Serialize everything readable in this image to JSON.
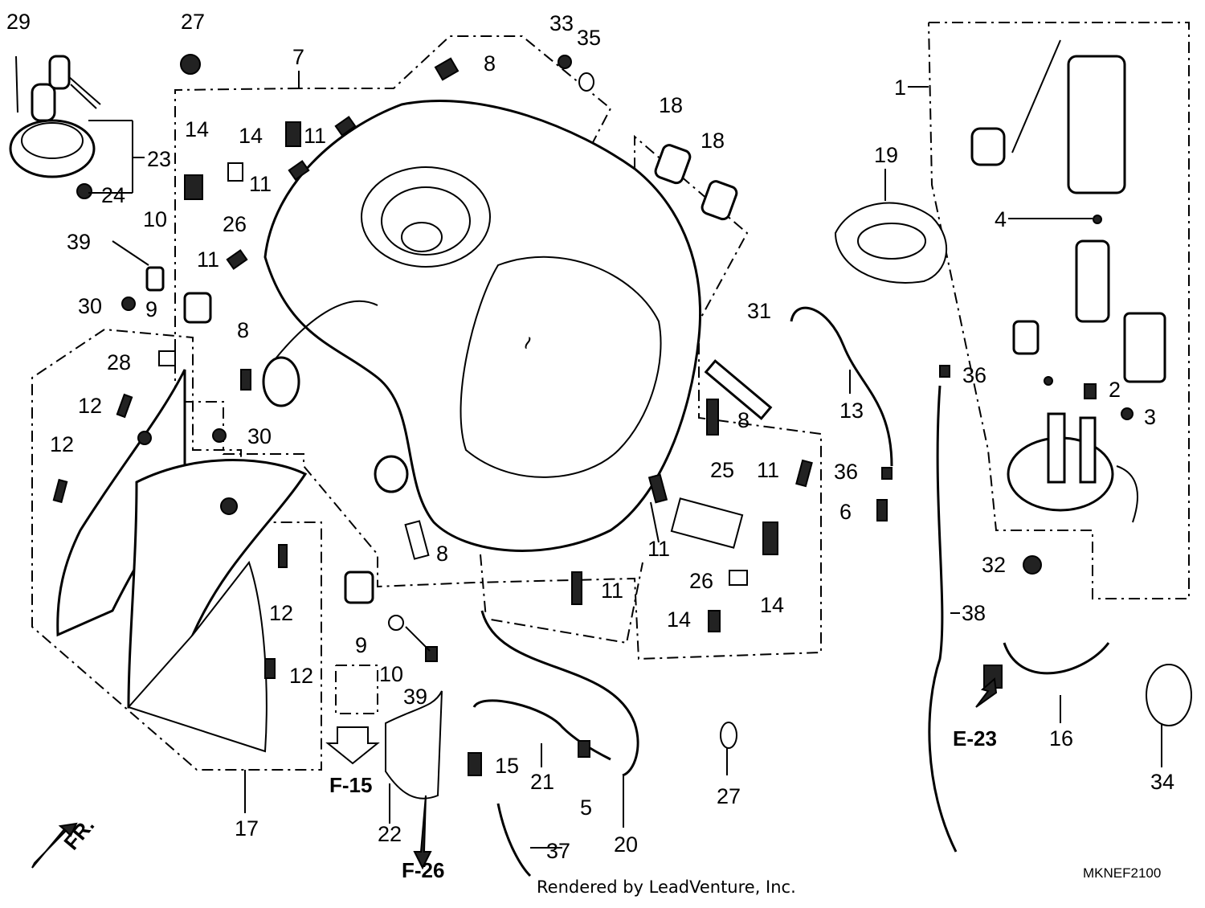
{
  "callouts": {
    "c1": "1",
    "c2": "2",
    "c3": "3",
    "c4": "4",
    "c5": "5",
    "c6": "6",
    "c7": "7",
    "c8": "8",
    "c9": "9",
    "c10": "10",
    "c11": "11",
    "c12": "12",
    "c13": "13",
    "c14": "14",
    "c15": "15",
    "c16": "16",
    "c17": "17",
    "c18": "18",
    "c19": "19",
    "c20": "20",
    "c21": "21",
    "c22": "22",
    "c23": "23",
    "c24": "24",
    "c25": "25",
    "c26": "26",
    "c27": "27",
    "c28": "28",
    "c29": "29",
    "c30": "30",
    "c31": "31",
    "c32": "32",
    "c33": "33",
    "c34": "34",
    "c35": "35",
    "c36": "36",
    "c37": "37",
    "c38": "38",
    "c39": "39"
  },
  "refs": {
    "f15": "F-15",
    "f26": "F-26",
    "e23": "E-23",
    "fr": "FR."
  },
  "diagram_code": "MKNEF2100",
  "footer": "Rendered by LeadVenture, Inc."
}
